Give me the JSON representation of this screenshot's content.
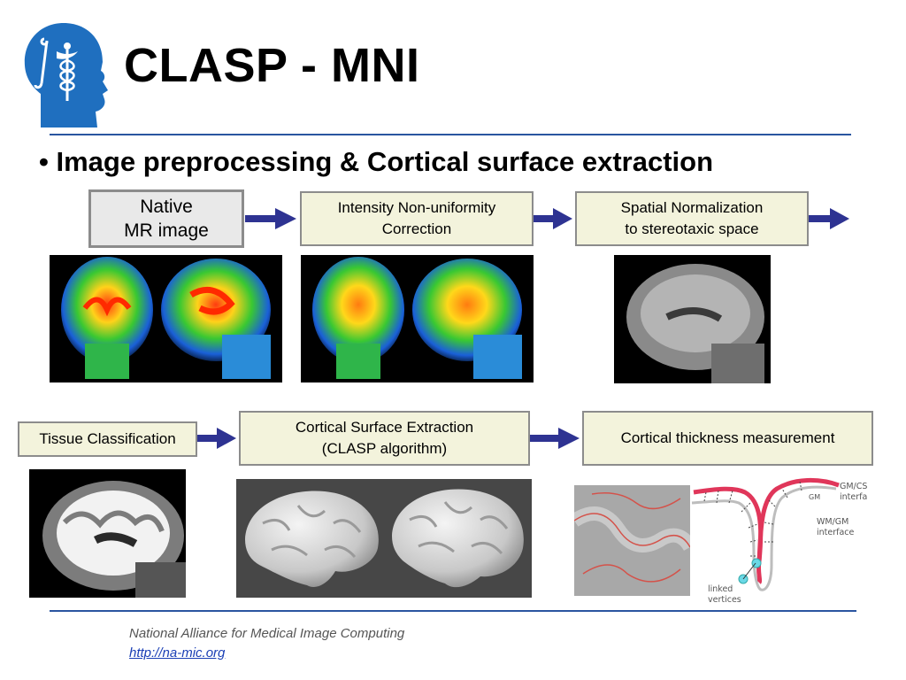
{
  "slide": {
    "title": "CLASP - MNI",
    "bullet_marker": "•",
    "bullet": "Image preprocessing & Cortical surface extraction"
  },
  "pipeline": {
    "native": "Native\nMR image",
    "intensity_correction": "Intensity Non-uniformity\nCorrection",
    "spatial_normalization": "Spatial Normalization\n to stereotaxic space",
    "tissue_classification": "Tissue Classification",
    "surface_extraction": "Cortical Surface Extraction\n(CLASP algorithm)",
    "thickness": "Cortical thickness measurement"
  },
  "diagram_labels": {
    "gm_csf": [
      "GM/CSF",
      "interface"
    ],
    "gm": "GM",
    "wm_gm": [
      "WM/GM",
      "interface"
    ],
    "linked": [
      "linked",
      "vertices"
    ]
  },
  "footer": {
    "organization": "National Alliance for Medical Image Computing",
    "url": "http://na-mic.org"
  },
  "colors": {
    "rule": "#2a55a0",
    "arrow": "#2e3392",
    "box_fill": "#f3f3dc",
    "logo": "#1f6fbf"
  }
}
